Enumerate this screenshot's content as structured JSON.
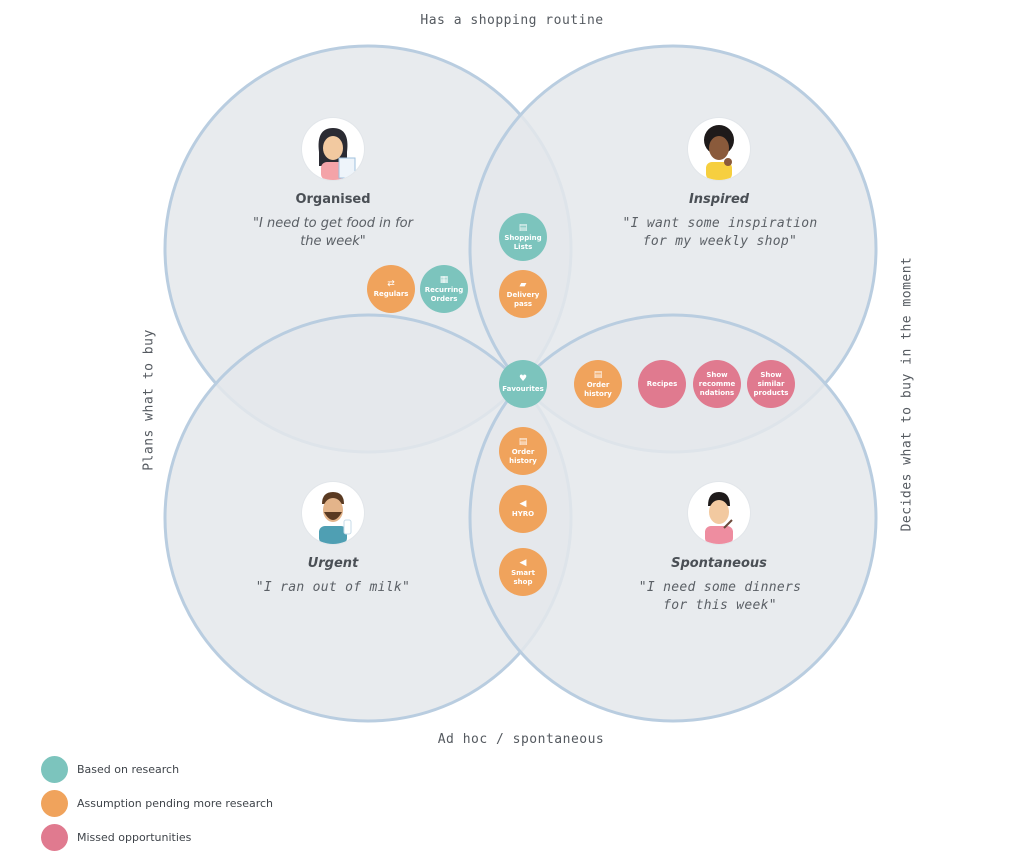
{
  "axes": {
    "top": "Has a shopping routine",
    "bottom": "Ad hoc / spontaneous",
    "left": "Plans what to buy",
    "right": "Decides what to buy in the moment"
  },
  "personas": [
    {
      "name": "Organised",
      "quote": "\"I need to get food in for the week\""
    },
    {
      "name": "Inspired",
      "quote": "\"I want some inspiration for my weekly shop\""
    },
    {
      "name": "Urgent",
      "quote": "\"I ran out of milk\""
    },
    {
      "name": "Spontaneous",
      "quote": "\"I need some dinners for this week\""
    }
  ],
  "features": [
    {
      "label": "Regulars",
      "icon": "repeat-icon",
      "glyph": "⇄",
      "status": "assumption"
    },
    {
      "label": "Recurring Orders",
      "icon": "calendar-icon",
      "glyph": "▦",
      "status": "research"
    },
    {
      "label": "Shopping Lists",
      "icon": "list-icon",
      "glyph": "▤",
      "status": "research"
    },
    {
      "label": "Delivery pass",
      "icon": "truck-icon",
      "glyph": "▰",
      "status": "assumption"
    },
    {
      "label": "Favourites",
      "icon": "heart-icon",
      "glyph": "♥",
      "status": "research"
    },
    {
      "label": "Order history",
      "icon": "receipt-icon",
      "glyph": "▤",
      "status": "assumption"
    },
    {
      "label": "Recipes",
      "icon": "",
      "glyph": "",
      "status": "missed"
    },
    {
      "label": "Show recomme ndations",
      "icon": "",
      "glyph": "",
      "status": "missed"
    },
    {
      "label": "Show similar products",
      "icon": "",
      "glyph": "",
      "status": "missed"
    },
    {
      "label": "Order history",
      "icon": "receipt-icon",
      "glyph": "▤",
      "status": "assumption"
    },
    {
      "label": "HYRO",
      "icon": "megaphone-icon",
      "glyph": "◀",
      "status": "assumption"
    },
    {
      "label": "Smart shop",
      "icon": "megaphone-icon",
      "glyph": "◀",
      "status": "assumption"
    }
  ],
  "legend": [
    {
      "label": "Based on research",
      "color": "#7cc4bd"
    },
    {
      "label": "Assumption pending more research",
      "color": "#f0a35c"
    },
    {
      "label": "Missed opportunities",
      "color": "#e07a8f"
    }
  ],
  "colors": {
    "circle_fill": "#e4e7eb",
    "circle_stroke": "#b9cde0",
    "research": "#7cc4bd",
    "assumption": "#f0a35c",
    "missed": "#e07a8f"
  }
}
